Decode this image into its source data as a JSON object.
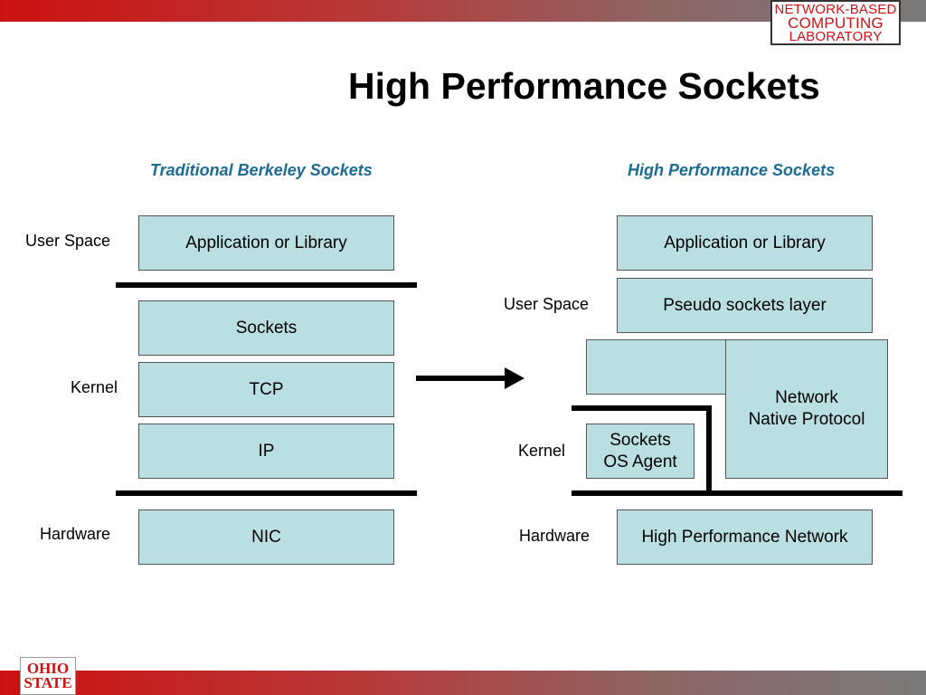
{
  "slide": {
    "title": "High Performance Sockets",
    "logo_lines": [
      "NETWORK-BASED",
      "COMPUTING",
      "LABORATORY"
    ],
    "university_logo_lines": [
      "OHIO",
      "STATE"
    ],
    "brand_red": "#cc1111",
    "box_fill": "#b9dfe2",
    "heading_color": "#1b6b94"
  },
  "left": {
    "heading": "Traditional Berkeley Sockets",
    "labels": {
      "user_space": "User Space",
      "kernel": "Kernel",
      "hardware": "Hardware"
    },
    "boxes": {
      "app": "Application or Library",
      "sockets": "Sockets",
      "tcp": "TCP",
      "ip": "IP",
      "nic": "NIC"
    }
  },
  "right": {
    "heading": "High Performance Sockets",
    "labels": {
      "user_space": "User Space",
      "kernel": "Kernel",
      "hardware": "Hardware"
    },
    "boxes": {
      "app": "Application or Library",
      "pseudo": "Pseudo sockets layer",
      "blank": "",
      "native": "Network\nNative Protocol",
      "os_agent": "Sockets\nOS Agent",
      "network": "High Performance Network"
    }
  },
  "icons": {
    "transition_arrow": "right-arrow-icon"
  }
}
